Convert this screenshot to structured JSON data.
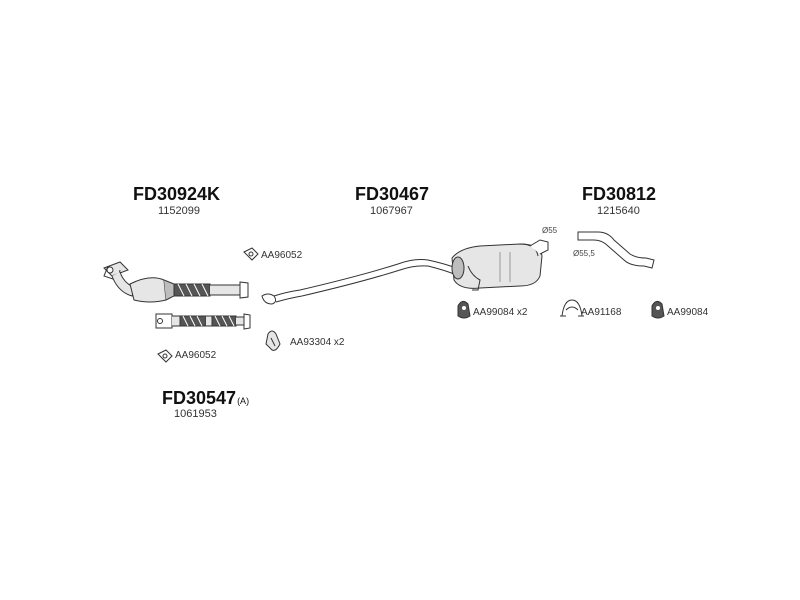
{
  "groups": [
    {
      "code": "FD30924K",
      "number": "1152099"
    },
    {
      "code": "FD30467",
      "number": "1067967"
    },
    {
      "code": "FD30812",
      "number": "1215640"
    },
    {
      "code": "FD30547",
      "suffix": "(A)",
      "number": "1061953"
    }
  ],
  "accessories": {
    "gasket_top": "AA96052",
    "gasket_bottom": "AA96052",
    "clamp_flange": "AA93304 x2",
    "hanger_1": "AA99084 x2",
    "clamp_pipe": "AA91168",
    "hanger_2": "AA99084"
  },
  "dimensions": {
    "d_inlet": "Ø55",
    "d_tail": "Ø55,5"
  },
  "colors": {
    "line": "#333333",
    "fill_light": "#e6e6e6",
    "fill_mid": "#bdbdbd",
    "fill_dark": "#555555"
  }
}
